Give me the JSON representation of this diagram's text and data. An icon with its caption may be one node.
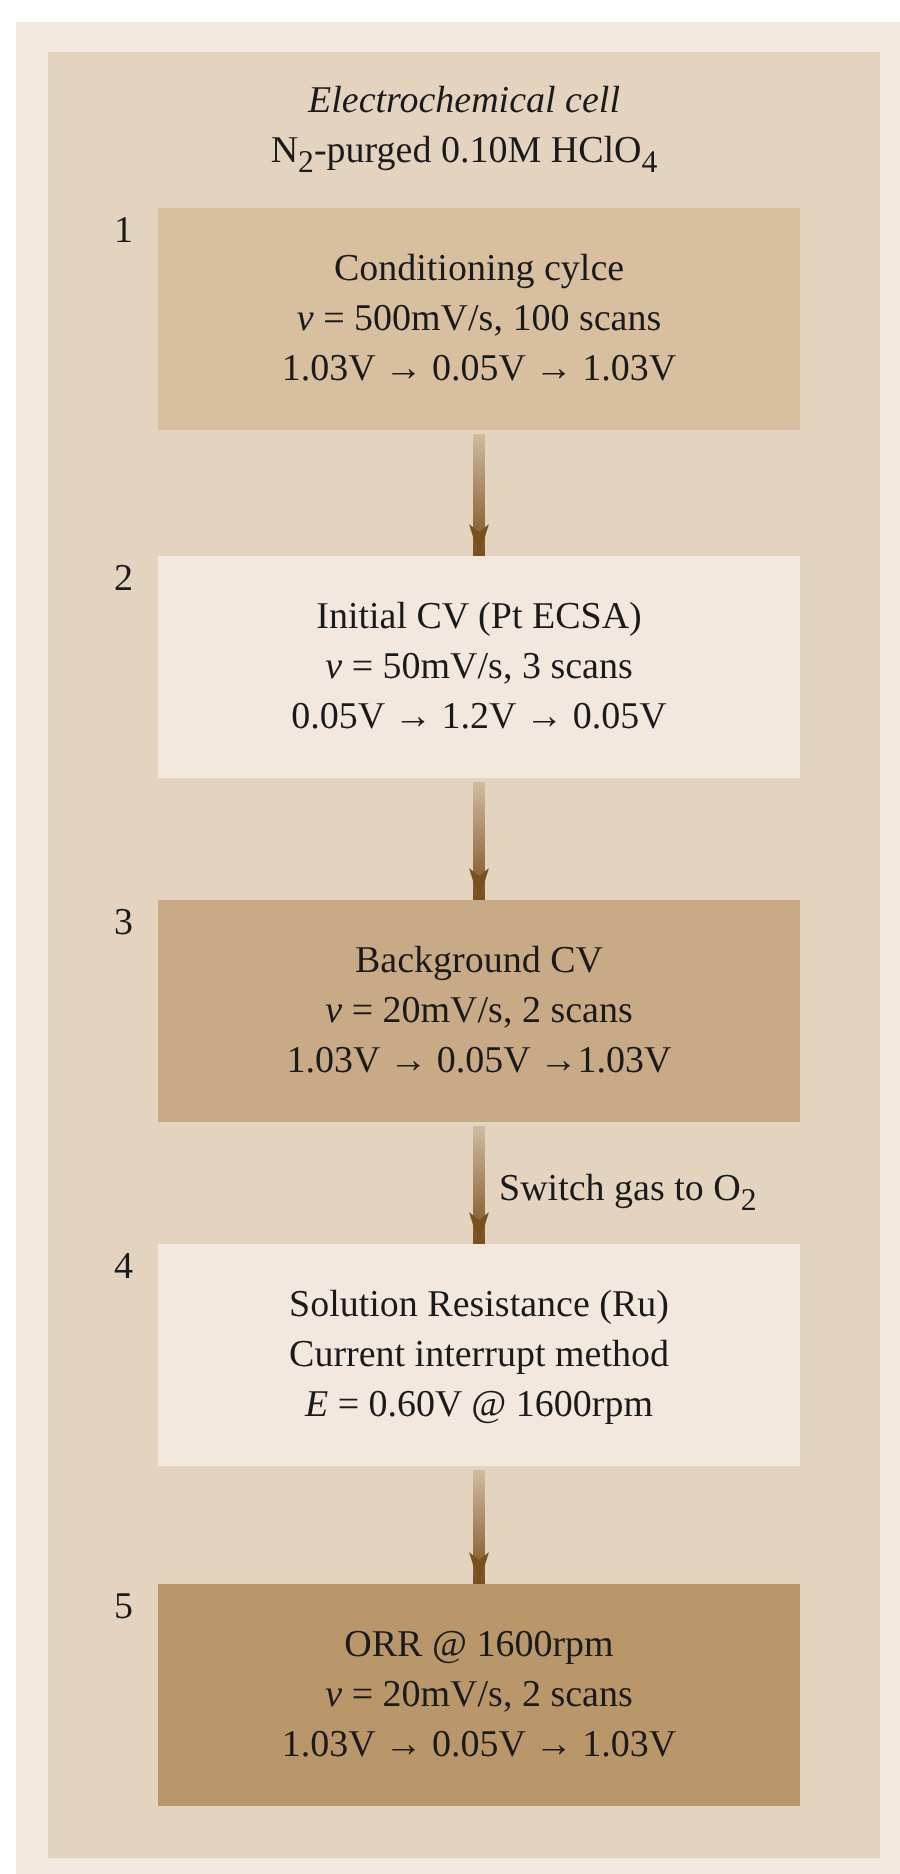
{
  "diagram": {
    "nodes": [
      {
        "text": [
          "Electrochemical cell",
          "N$_{2}$-purged 0.10M HClO$_{4}$"
        ]
      },
      {
        "text": [
          "Conditioning cylce",
          "*v* = 500mV/s, 100 scans",
          "1.03V → 0.05V → 1.03V"
        ],
        "in": 0,
        "beside": [
          "1"
        ]
      },
      {
        "text": [
          "Initial CV (Pt ECSA)",
          "*v* = 50mV/s, 3 scans",
          "0.05V → 1.2V → 0.05V"
        ],
        "in": 0,
        "beside": [
          "2"
        ]
      },
      {
        "text": [
          "Background CV",
          "*v* = 20mV/s, 2 scans",
          "1.03V → 0.05V →1.03V"
        ],
        "in": 0,
        "beside": [
          "3"
        ]
      },
      {
        "text": [
          "Solution Resistance (Ru)",
          "Current interrupt method",
          "*E* = 0.60V @ 1600rpm"
        ],
        "in": 0,
        "beside": [
          "4"
        ]
      },
      {
        "text": [
          "ORR @ 1600rpm",
          "*v* = 20mV/s, 2 scans",
          "1.03V → 0.05V → 1.03V"
        ],
        "in": 0,
        "beside": [
          "5"
        ]
      }
    ],
    "edges": [
      {
        "from": 1,
        "to": 2,
        "arrow": "to"
      },
      {
        "from": 2,
        "to": 3,
        "arrow": "to"
      },
      {
        "from": 3,
        "to": 4,
        "arrow": "to",
        "label": "Switch gas to O$_{2}$"
      },
      {
        "from": 4,
        "to": 5,
        "arrow": "to"
      }
    ]
  }
}
